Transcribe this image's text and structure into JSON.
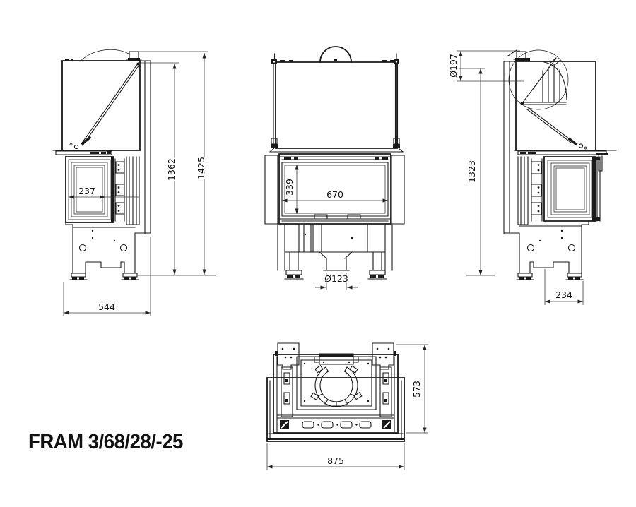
{
  "title": "FRAM 3/68/28/-25",
  "views": {
    "side_left": {
      "dims": {
        "firebox_depth": "237",
        "body_height": "1362",
        "total_height": "1425",
        "base_depth": "544"
      }
    },
    "front": {
      "dims": {
        "glass_height": "339",
        "glass_width": "670",
        "air_inlet_diameter": "Ø123"
      }
    },
    "side_right": {
      "dims": {
        "flue_diameter": "Ø197",
        "rear_height": "1323",
        "leg_spacing": "234"
      }
    },
    "top": {
      "dims": {
        "depth": "573",
        "width": "875"
      }
    }
  },
  "colors": {
    "line": "#1a1a1a",
    "dimension_line": "#3d3d3d",
    "background": "#ffffff"
  }
}
